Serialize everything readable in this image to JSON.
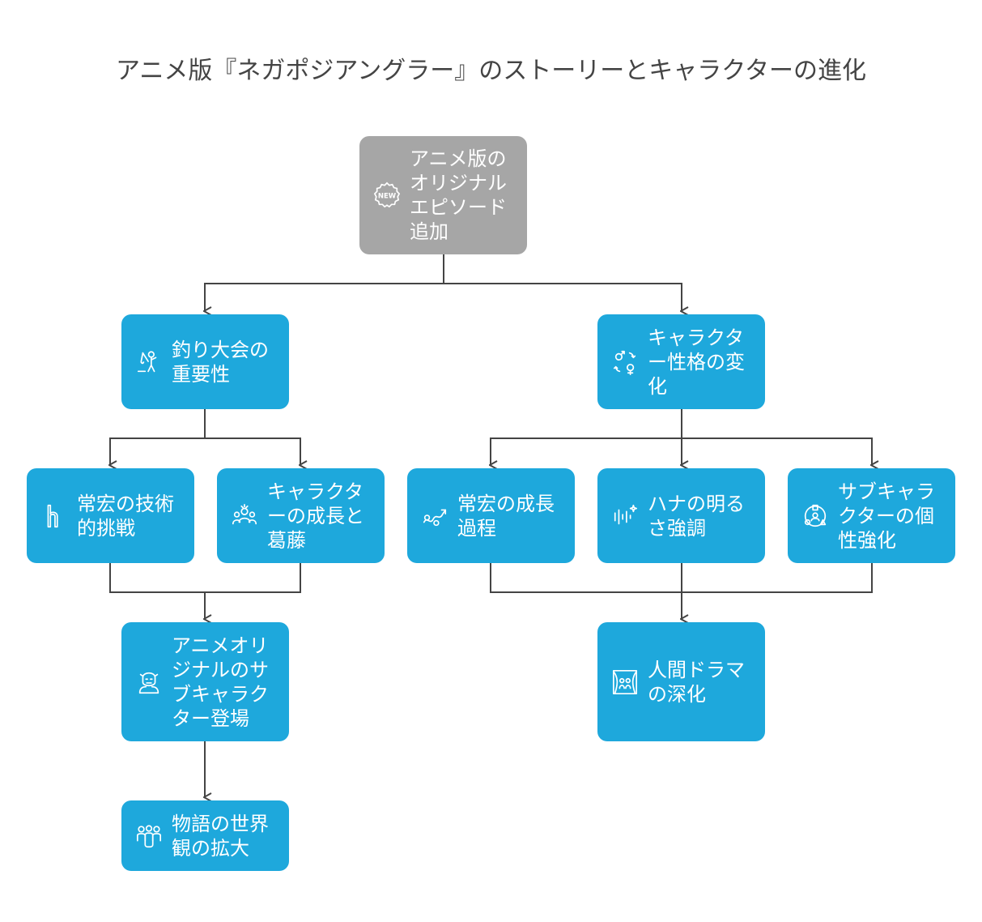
{
  "title": "アニメ版『ネガポジアングラー』のストーリーとキャラクターの進化",
  "colors": {
    "root": "#a6a6a6",
    "node": "#1ea8dc",
    "connector": "#444444"
  },
  "nodes": {
    "root": {
      "label": "アニメ版のオリジナルエピソード追加",
      "icon": "new-badge-icon"
    },
    "tournament": {
      "label": "釣り大会の重要性",
      "icon": "fishing-person-icon"
    },
    "personality": {
      "label": "キャラクター性格の変化",
      "icon": "gender-swap-icon"
    },
    "tsunehiro_skill": {
      "label": "常宏の技術的挑戦",
      "icon": "hook-icon"
    },
    "growth_conflict": {
      "label": "キャラクターの成長と葛藤",
      "icon": "crowd-icon"
    },
    "tsunehiro_growth": {
      "label": "常宏の成長過程",
      "icon": "growth-path-icon"
    },
    "hana_bright": {
      "label": "ハナの明るさ強調",
      "icon": "sparkle-icon"
    },
    "sub_individual": {
      "label": "サブキャラクターの個性強化",
      "icon": "group-circle-icon"
    },
    "anime_sub": {
      "label": "アニメオリジナルのサブキャラクター登場",
      "icon": "character-face-icon"
    },
    "human_drama": {
      "label": "人間ドラマの深化",
      "icon": "stage-curtain-icon"
    },
    "world_expand": {
      "label": "物語の世界観の拡大",
      "icon": "people-group-icon"
    }
  }
}
